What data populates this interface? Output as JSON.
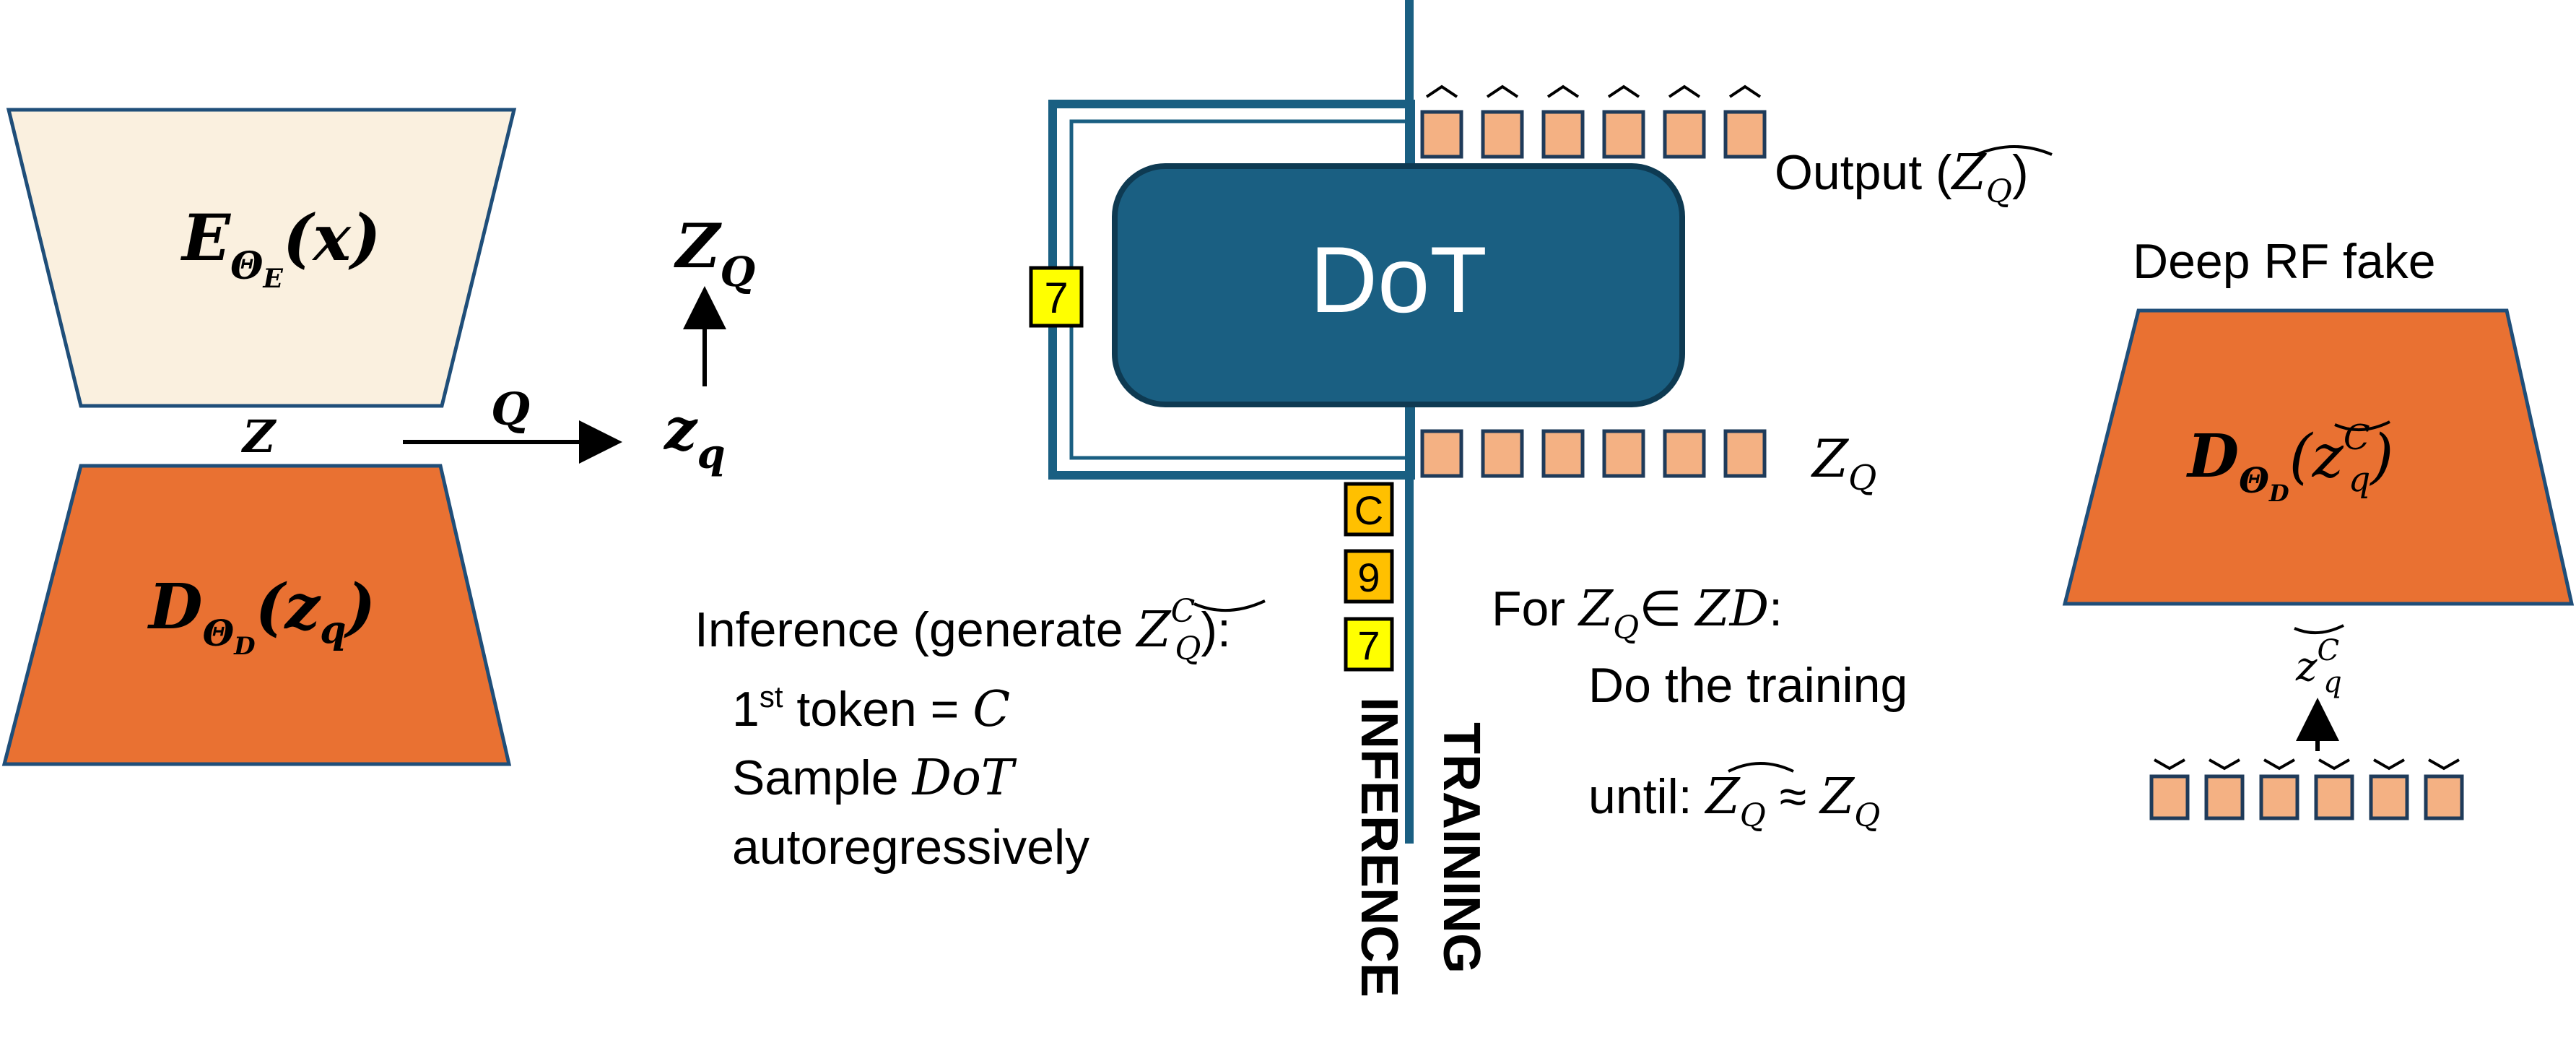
{
  "colors": {
    "encoder_fill": "#FAF0DF",
    "decoder_fill": "#E97132",
    "shape_stroke": "#1F4E79",
    "dot_fill": "#1A5F82",
    "dot_stroke": "#0E3A52",
    "frame": "#1A5F82",
    "token_fill": "#F4B183",
    "token_stroke": "#1F3B5A",
    "yellow": "#FFFF00",
    "orange_token": "#FFC000"
  },
  "encoder": {
    "label_main": "E",
    "label_sub": "Θ",
    "label_subsub": "E",
    "label_arg": "(x)"
  },
  "decoder": {
    "label_main": "D",
    "label_sub": "Θ",
    "label_subsub": "D",
    "label_arg": "(z",
    "label_arg_sub": "q",
    "label_arg_close": ")"
  },
  "latent": {
    "z_label": "Z",
    "q_label": "Q",
    "zq_label": "z",
    "zq_sub": "q",
    "ZQ_label": "Z",
    "ZQ_sub": "Q"
  },
  "dot": {
    "label": "DoT"
  },
  "output": {
    "label": "Output (",
    "sym": "Z",
    "sub": "Q",
    "close": ")"
  },
  "input_tokens": {
    "label": "Z",
    "sub": "Q"
  },
  "side_token": "7",
  "inference_tokens": [
    "C",
    "9",
    "7"
  ],
  "vertical_labels": {
    "inference": "INFERENCE",
    "training": "TRAINING"
  },
  "inference_text": {
    "line1_prefix": "Inference (generate ",
    "line1_sym": "Z",
    "line1_sup": "C",
    "line1_sub": "Q",
    "line1_suffix": "):",
    "line2_pre": "1",
    "line2_sup": "st",
    "line2_post": " token =  ",
    "line2_var": "C",
    "line3_pre": "Sample ",
    "line3_var": "DoT",
    "line4": "autoregressively"
  },
  "training_text": {
    "line1_pre": "For  ",
    "line1_var": "Z",
    "line1_sub": "Q",
    "line1_in": "∈ ",
    "line1_set": "ZD",
    "line1_colon": ":",
    "line2": "Do the training",
    "line3_pre": "until: ",
    "line3_sym": "Z",
    "line3_sub": "Q",
    "line3_approx": " ≈ ",
    "line3_rhs": "Z",
    "line3_rhs_sub": "Q"
  },
  "deep_fake": {
    "title": "Deep RF fake",
    "label_main": "D",
    "label_sub": "Θ",
    "label_subsub": "D",
    "label_arg_open": "(",
    "label_arg": "z",
    "label_arg_sup": "C",
    "label_arg_sub": "q",
    "label_arg_close": ")",
    "input_sym": "z",
    "input_sup": "C",
    "input_sub": "q"
  },
  "arrow_symbols": {
    "hat": "^",
    "breve": "ˇ"
  }
}
